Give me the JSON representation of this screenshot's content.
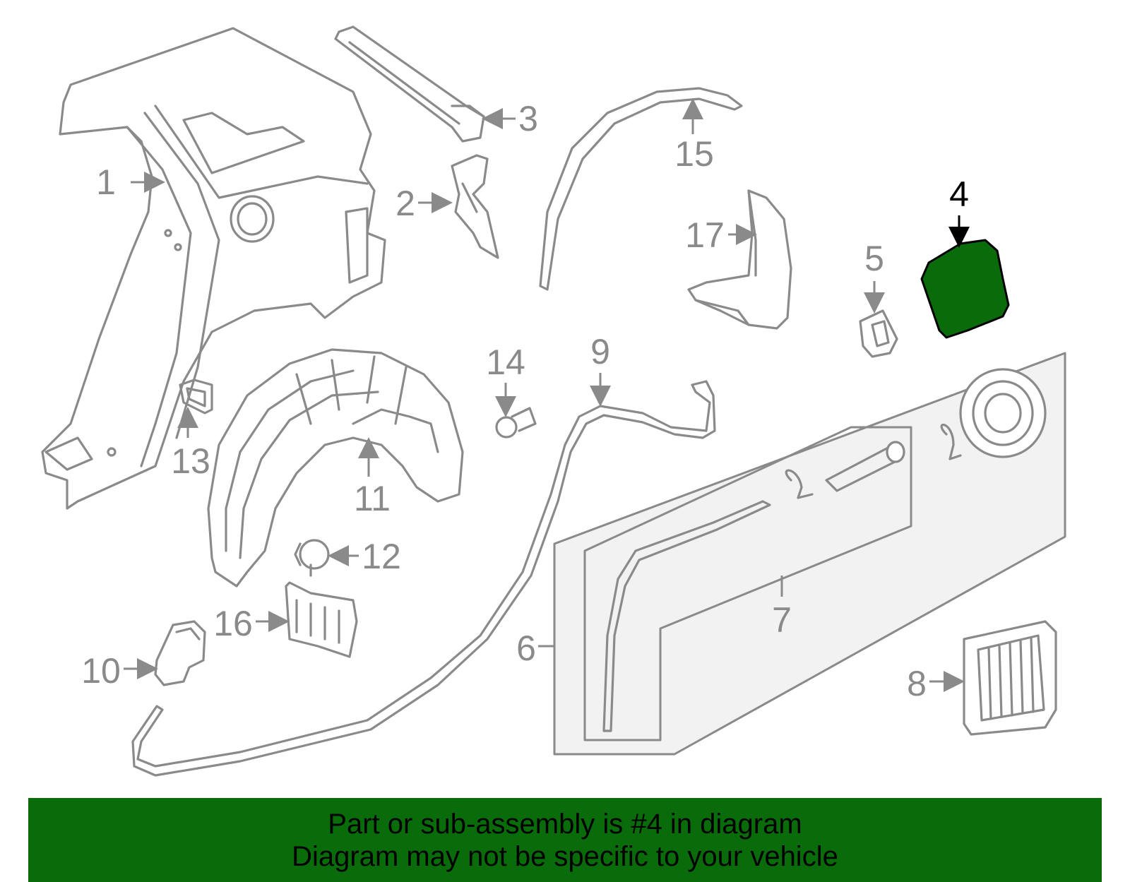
{
  "diagram": {
    "callouts": {
      "c1": "1",
      "c2": "2",
      "c3": "3",
      "c4": "4",
      "c5": "5",
      "c6": "6",
      "c7": "7",
      "c8": "8",
      "c9": "9",
      "c10": "10",
      "c11": "11",
      "c12": "12",
      "c13": "13",
      "c14": "14",
      "c15": "15",
      "c16": "16",
      "c17": "17"
    },
    "highlighted_part": "4",
    "colors": {
      "line": "#8a8a8a",
      "highlight_fill": "#0a6b0a",
      "highlight_stroke": "#000000",
      "banner_bg": "#0a6b0a",
      "banner_text": "#000000"
    }
  },
  "banner": {
    "line1": "Part or sub-assembly is #4 in diagram",
    "line2": "Diagram may not be specific to your vehicle"
  }
}
